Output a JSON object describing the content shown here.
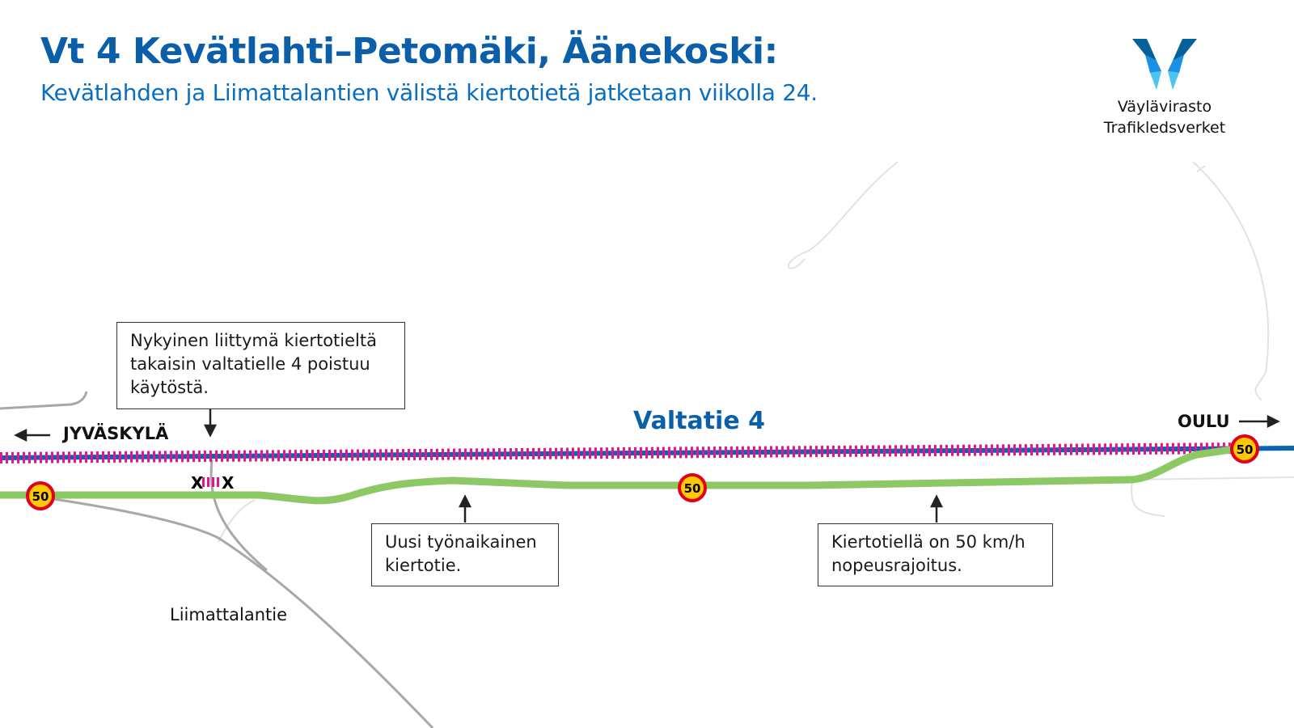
{
  "header": {
    "title": "Vt 4 Kevätlahti–Petomäki, Äänekoski:",
    "subtitle": "Kevätlahden ja Liimattalantien välistä kiertotietä jatketaan viikolla 24."
  },
  "logo": {
    "line1": "Väylävirasto",
    "line2": "Trafikledsverket"
  },
  "map": {
    "road_name": "Valtatie 4",
    "direction_left": "JYVÄSKYLÄ",
    "direction_right": "OULU",
    "side_road": "Liimattalantie",
    "speed_limit": "50",
    "closed_marker": "X"
  },
  "callouts": {
    "junction": "Nykyinen liittymä kiertotieltä takaisin valtatielle 4 poistuu käytöstä.",
    "detour": "Uusi työnaikainen kiertotie.",
    "speed": "Kiertotiellä on 50 km/h nopeusrajoitus."
  },
  "colors": {
    "main_road": "#0a64b4",
    "work_zone": "#e6148c",
    "detour": "#8cc864",
    "minor_road": "#a8a8a8",
    "title": "#0a5fa8"
  }
}
